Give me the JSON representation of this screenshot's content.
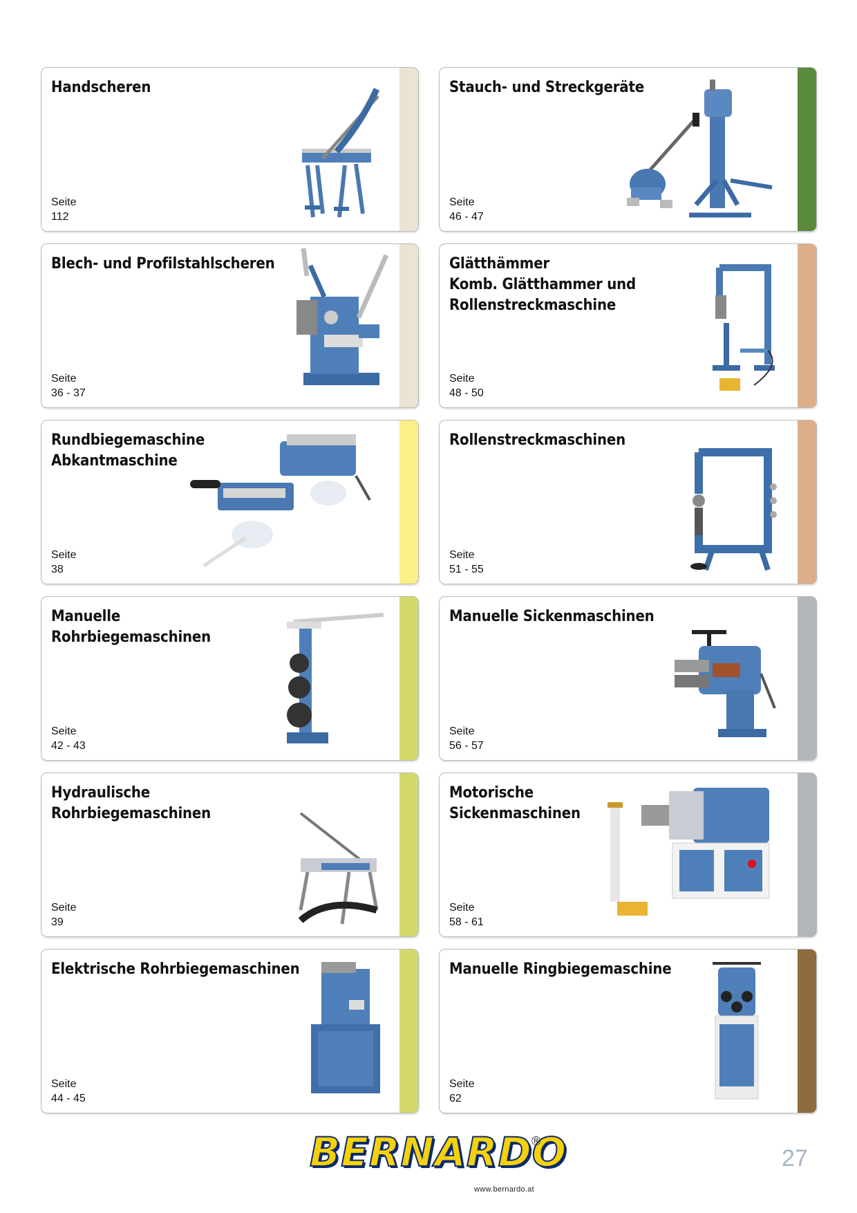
{
  "cards": [
    {
      "title": "Handscheren",
      "seite_label": "Seite",
      "pages": "112",
      "strip": "#ebe3d3",
      "icon": "hand-shear-icon"
    },
    {
      "title": "Stauch- und Streckgeräte",
      "seite_label": "Seite",
      "pages": "46 - 47",
      "strip": "#5a8a3c",
      "icon": "shrinker-stretcher-icon"
    },
    {
      "title": "Blech- und Profilstahlscheren",
      "seite_label": "Seite",
      "pages": "36 - 37",
      "strip": "#ebe3d3",
      "icon": "profile-shear-icon"
    },
    {
      "title": "Glätthämmer\nKomb. Glätthammer und\nRollenstreckmaschine",
      "seite_label": "Seite",
      "pages": "48 - 50",
      "strip": "#deae8a",
      "icon": "planishing-hammer-icon"
    },
    {
      "title": "Rundbiegemaschine\nAbkantmaschine",
      "seite_label": "Seite",
      "pages": "38",
      "strip": "#fbef86",
      "icon": "roll-bender-icon"
    },
    {
      "title": "Rollenstreckmaschinen",
      "seite_label": "Seite",
      "pages": "51 - 55",
      "strip": "#deae8a",
      "icon": "english-wheel-icon"
    },
    {
      "title": "Manuelle\nRohrbiegemaschinen",
      "seite_label": "Seite",
      "pages": "42 - 43",
      "strip": "#d4d96b",
      "icon": "manual-tube-bender-icon"
    },
    {
      "title": "Manuelle Sickenmaschinen",
      "seite_label": "Seite",
      "pages": "56 - 57",
      "strip": "#b2b6ba",
      "icon": "manual-beading-machine-icon"
    },
    {
      "title": "Hydraulische Rohrbiegemaschinen",
      "seite_label": "Seite",
      "pages": "39",
      "strip": "#d4d96b",
      "icon": "hydraulic-tube-bender-icon"
    },
    {
      "title": "Motorische\nSickenmaschinen",
      "seite_label": "Seite",
      "pages": "58 - 61",
      "strip": "#b2b6ba",
      "icon": "motor-beading-machine-icon"
    },
    {
      "title": "Elektrische Rohrbiegemaschinen",
      "seite_label": "Seite",
      "pages": "44 - 45",
      "strip": "#d4d96b",
      "icon": "electric-tube-bender-icon"
    },
    {
      "title": "Manuelle Ringbiegemaschine",
      "seite_label": "Seite",
      "pages": "62",
      "strip": "#8e6a3c",
      "icon": "ring-bender-icon"
    }
  ],
  "footer": {
    "logo_text": "BERNARDO",
    "registered": "®",
    "url": "www.bernardo.at",
    "page_number": "27"
  }
}
